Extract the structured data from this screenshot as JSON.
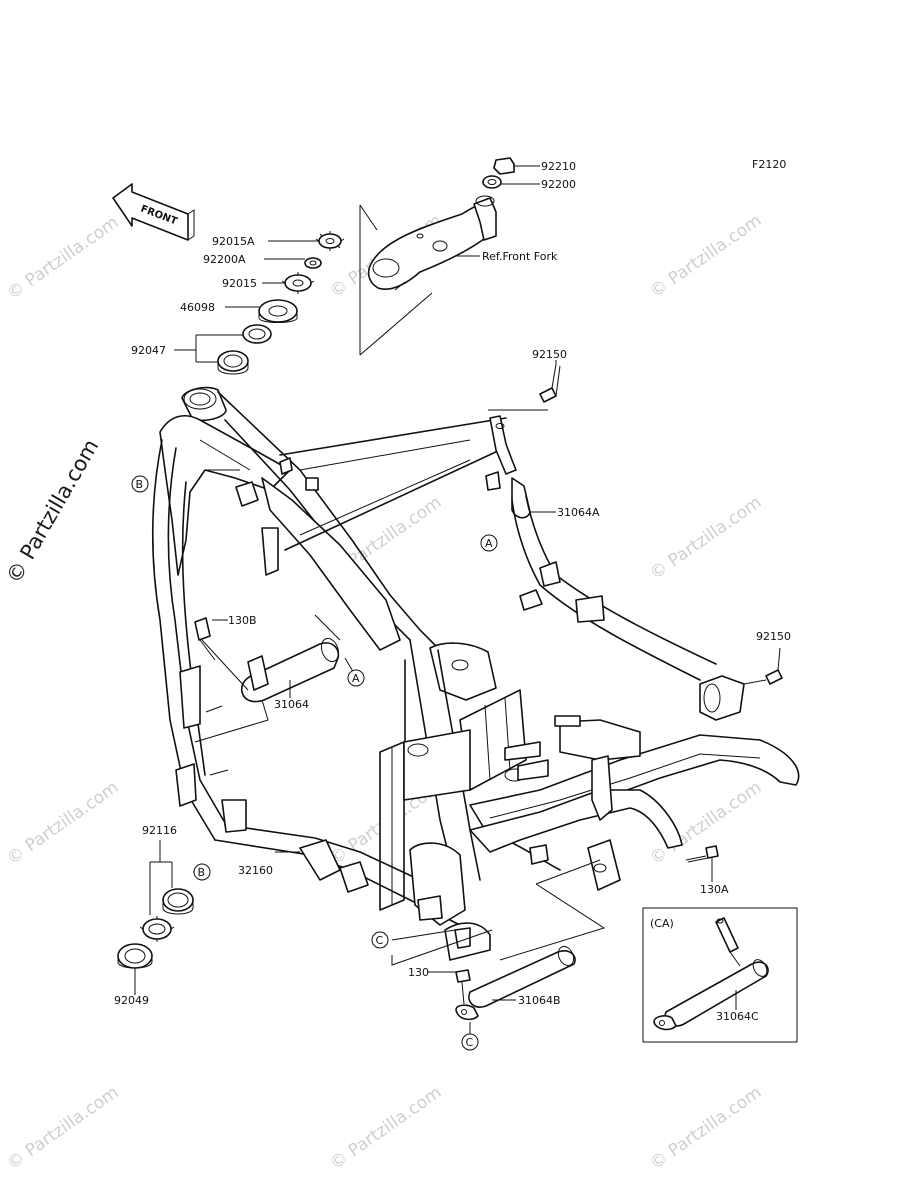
{
  "diagram_code": "F2120",
  "front_arrow_text": "FRONT",
  "watermark_text": "© Partzilla.com",
  "reference_note": "Ref.Front Fork",
  "inset_label": "(CA)",
  "callout_letters": [
    "A",
    "B",
    "C"
  ],
  "part_labels": {
    "p92210": "92210",
    "p92200": "92200",
    "p92015A": "92015A",
    "p92200A": "92200A",
    "p92015": "92015",
    "p46098": "46098",
    "p92047": "92047",
    "p92150_top": "92150",
    "p31064A": "31064A",
    "p130B": "130B",
    "p31064": "31064",
    "p92150_right": "92150",
    "p92116": "92116",
    "p32160": "32160",
    "p92049": "92049",
    "p130A": "130A",
    "p130": "130",
    "p31064B": "31064B",
    "p31064C": "31064C"
  }
}
